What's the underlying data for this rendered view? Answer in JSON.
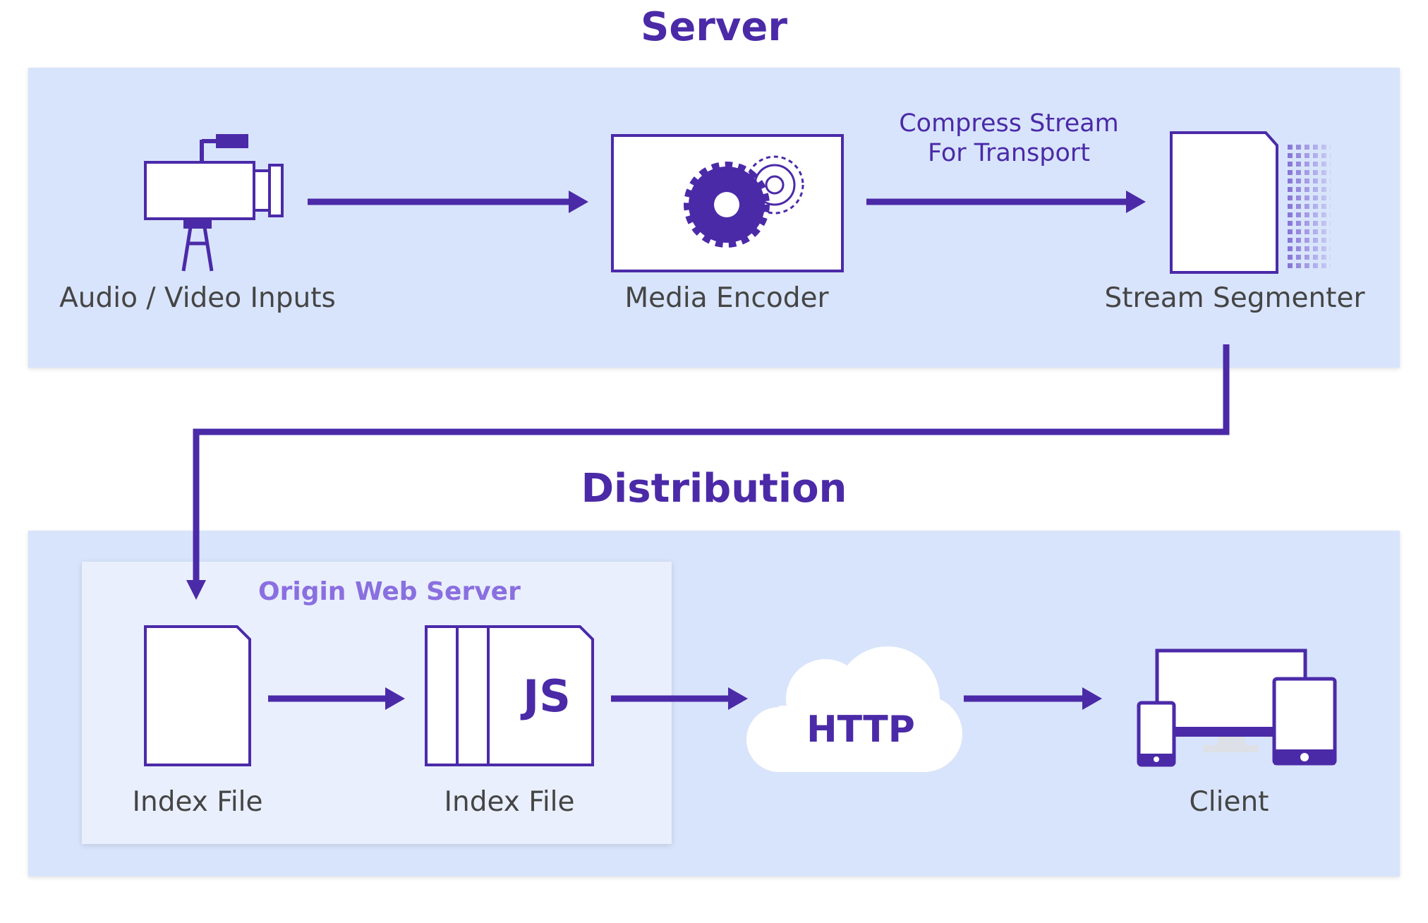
{
  "server": {
    "title": "Server",
    "audio_label": "Audio / Video Inputs",
    "encoder_label": "Media Encoder",
    "compress_line1": "Compress Stream",
    "compress_line2": "For Transport",
    "segmenter_label": "Stream Segmenter"
  },
  "distribution": {
    "title": "Distribution",
    "origin_label": "Origin Web Server",
    "index_label_1": "Index File",
    "index_label_2": "Index File",
    "js_text": "JS",
    "http_text": "HTTP",
    "client_label": "Client"
  },
  "colors": {
    "accent": "#4b2aa8",
    "panel": "#d8e4fb",
    "origin_panel": "#e9effd",
    "origin_label": "#8a6fe0"
  }
}
